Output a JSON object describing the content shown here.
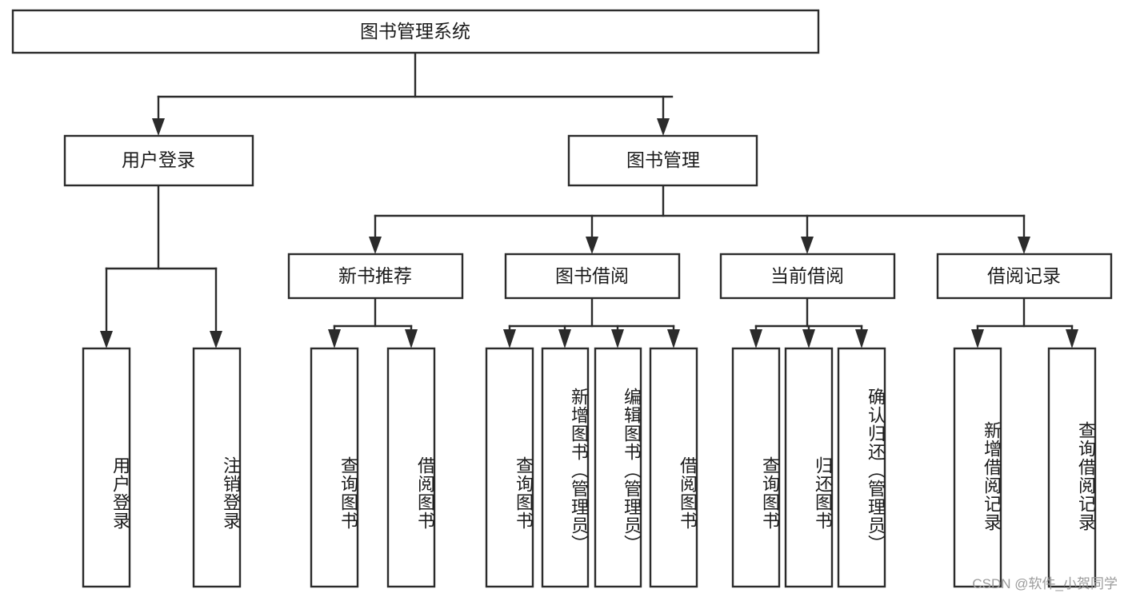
{
  "diagram": {
    "type": "tree",
    "title": "图书管理系统",
    "watermark": "CSDN @软件_小贺同学",
    "colors": {
      "box_stroke": "#2b2b2b",
      "box_fill": "#ffffff",
      "text": "#1b1b1b",
      "watermark": "#9b9b9b",
      "background": "#ffffff"
    },
    "levels": {
      "level0": [
        "图书管理系统"
      ],
      "level1": [
        "用户登录",
        "图书管理"
      ],
      "level2": [
        "新书推荐",
        "图书借阅",
        "当前借阅",
        "借阅记录"
      ],
      "level3": [
        "用户登录",
        "注销登录",
        "查询图书",
        "借阅图书",
        "查询图书",
        "新增图书（管理员）",
        "编辑图书（管理员）",
        "借阅图书",
        "查询图书",
        "归还图书",
        "确认归还（管理员）",
        "新增借阅记录",
        "查询借阅记录"
      ]
    },
    "nodes": {
      "root": {
        "label": "图书管理系统"
      },
      "user_login": {
        "label": "用户登录"
      },
      "book_mgmt": {
        "label": "图书管理"
      },
      "new_book_rec": {
        "label": "新书推荐"
      },
      "book_borrow": {
        "label": "图书借阅"
      },
      "current_borrow": {
        "label": "当前借阅"
      },
      "borrow_record": {
        "label": "借阅记录"
      },
      "leaf_user_login": {
        "label": "用户登录"
      },
      "leaf_logout": {
        "label": "注销登录"
      },
      "leaf_query_book_a": {
        "label": "查询图书"
      },
      "leaf_borrow_book_a": {
        "label": "借阅图书"
      },
      "leaf_query_book_b": {
        "label": "查询图书"
      },
      "leaf_add_book": {
        "label": "新增图书（管理员）"
      },
      "leaf_edit_book": {
        "label": "编辑图书（管理员）"
      },
      "leaf_borrow_book_b": {
        "label": "借阅图书"
      },
      "leaf_query_book_c": {
        "label": "查询图书"
      },
      "leaf_return_book": {
        "label": "归还图书"
      },
      "leaf_confirm_return": {
        "label": "确认归还（管理员）"
      },
      "leaf_add_record": {
        "label": "新增借阅记录"
      },
      "leaf_query_record": {
        "label": "查询借阅记录"
      }
    },
    "edges": [
      {
        "from": "root",
        "to": "user_login"
      },
      {
        "from": "root",
        "to": "book_mgmt"
      },
      {
        "from": "user_login",
        "to": "leaf_user_login"
      },
      {
        "from": "user_login",
        "to": "leaf_logout"
      },
      {
        "from": "book_mgmt",
        "to": "new_book_rec"
      },
      {
        "from": "book_mgmt",
        "to": "book_borrow"
      },
      {
        "from": "book_mgmt",
        "to": "current_borrow"
      },
      {
        "from": "book_mgmt",
        "to": "borrow_record"
      },
      {
        "from": "new_book_rec",
        "to": "leaf_query_book_a"
      },
      {
        "from": "new_book_rec",
        "to": "leaf_borrow_book_a"
      },
      {
        "from": "book_borrow",
        "to": "leaf_query_book_b"
      },
      {
        "from": "book_borrow",
        "to": "leaf_add_book"
      },
      {
        "from": "book_borrow",
        "to": "leaf_edit_book"
      },
      {
        "from": "book_borrow",
        "to": "leaf_borrow_book_b"
      },
      {
        "from": "current_borrow",
        "to": "leaf_query_book_c"
      },
      {
        "from": "current_borrow",
        "to": "leaf_return_book"
      },
      {
        "from": "current_borrow",
        "to": "leaf_confirm_return"
      },
      {
        "from": "borrow_record",
        "to": "leaf_add_record"
      },
      {
        "from": "borrow_record",
        "to": "leaf_query_record"
      }
    ]
  }
}
